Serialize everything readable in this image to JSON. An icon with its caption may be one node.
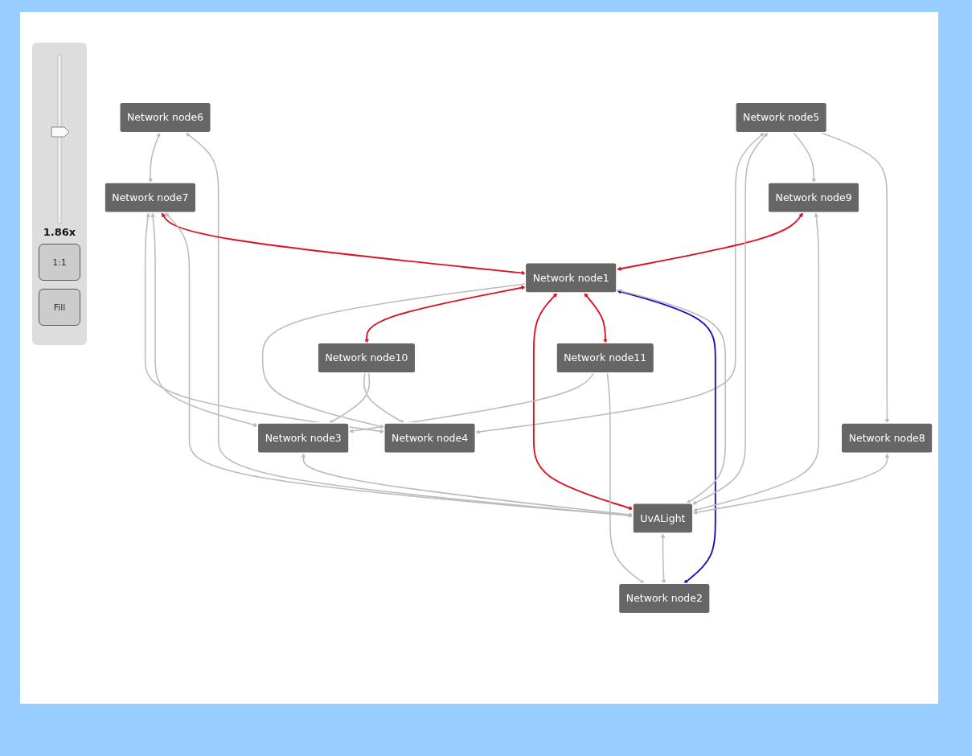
{
  "diagram": {
    "nodes": [
      {
        "text": [
          "Network node4"
        ]
      },
      {
        "text": [
          "Network node6"
        ]
      },
      {
        "text": [
          "Network node10"
        ]
      },
      {
        "text": [
          "Network node7"
        ]
      },
      {
        "text": [
          "Network node3"
        ]
      },
      {
        "text": [
          "Network node1"
        ]
      },
      {
        "text": [
          "Network node9"
        ]
      },
      {
        "text": [
          "Network node11"
        ]
      },
      {
        "text": [
          "UvALight"
        ]
      },
      {
        "text": [
          "Network node5"
        ]
      },
      {
        "text": [
          "Network node2"
        ]
      },
      {
        "text": [
          "Network node8"
        ]
      }
    ],
    "edges": [
      {
        "from": 1,
        "to": 3,
        "arrow": "both"
      },
      {
        "from": 3,
        "to": 0,
        "arrow": "both"
      },
      {
        "from": 9,
        "to": 0,
        "arrow": "both"
      },
      {
        "from": 5,
        "to": 0,
        "arrow": "to"
      },
      {
        "from": 2,
        "to": 0,
        "arrow": "to"
      },
      {
        "from": 1,
        "to": 8,
        "arrow": "both"
      },
      {
        "from": 2,
        "to": 4,
        "arrow": "to"
      },
      {
        "from": 3,
        "to": 4,
        "arrow": "both"
      },
      {
        "from": 5,
        "to": 2,
        "arrow": "both",
        "color": "#dd1122"
      },
      {
        "from": 3,
        "to": 5,
        "arrow": "both",
        "color": "#dd1122"
      },
      {
        "from": 6,
        "to": 5,
        "arrow": "both",
        "color": "#dd1122"
      },
      {
        "from": 5,
        "to": 8,
        "arrow": "both",
        "color": "#dd1122"
      },
      {
        "from": 5,
        "to": 7,
        "arrow": "both",
        "color": "#dd1122"
      },
      {
        "from": 5,
        "to": 10,
        "arrow": "both",
        "color": "#1a0dbf"
      },
      {
        "from": 5,
        "to": 8,
        "arrow": "to"
      },
      {
        "from": 3,
        "to": 8,
        "arrow": "both"
      },
      {
        "from": 6,
        "to": 8,
        "arrow": "both"
      },
      {
        "from": 9,
        "to": 8,
        "arrow": "both"
      },
      {
        "from": 11,
        "to": 8,
        "arrow": "both"
      },
      {
        "from": 9,
        "to": 6,
        "arrow": "to"
      },
      {
        "from": 9,
        "to": 11,
        "arrow": "to"
      },
      {
        "from": 4,
        "to": 8,
        "arrow": "both"
      },
      {
        "from": 7,
        "to": 4,
        "arrow": "to"
      },
      {
        "from": 7,
        "to": 10,
        "arrow": "to"
      },
      {
        "from": 8,
        "to": 10,
        "arrow": "both"
      }
    ],
    "labels": [
      "1.86x",
      "1:1",
      "Fill"
    ]
  }
}
